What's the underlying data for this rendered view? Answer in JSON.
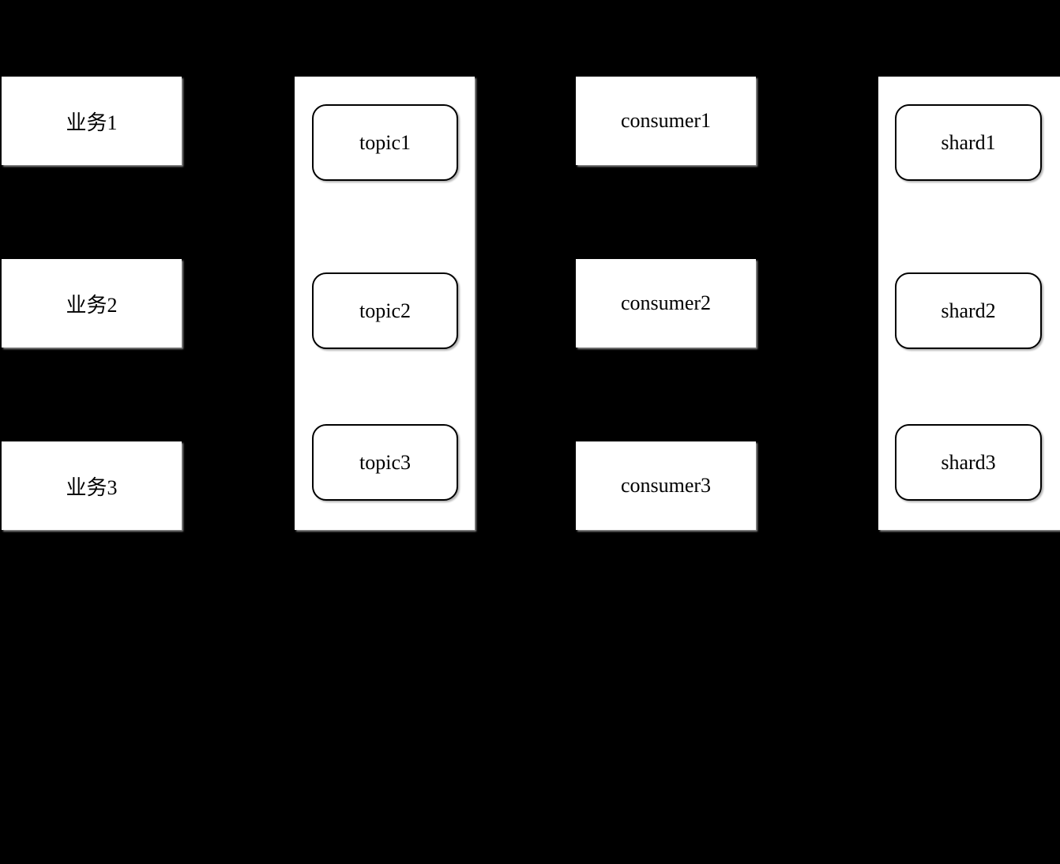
{
  "diagram": {
    "colors": {
      "background": "#000000",
      "node_fill": "#ffffff",
      "node_border": "#000000",
      "text": "#000000",
      "shadow": "#8c8c8c"
    },
    "producers": [
      {
        "label": "业务1"
      },
      {
        "label": "业务2"
      },
      {
        "label": "业务3"
      }
    ],
    "topic_group": {
      "items": [
        {
          "label": "topic1"
        },
        {
          "label": "topic2"
        },
        {
          "label": "topic3"
        }
      ]
    },
    "consumers": [
      {
        "label": "consumer1"
      },
      {
        "label": "consumer2"
      },
      {
        "label": "consumer3"
      }
    ],
    "shard_group": {
      "items": [
        {
          "label": "shard1"
        },
        {
          "label": "shard2"
        },
        {
          "label": "shard3"
        }
      ]
    }
  }
}
